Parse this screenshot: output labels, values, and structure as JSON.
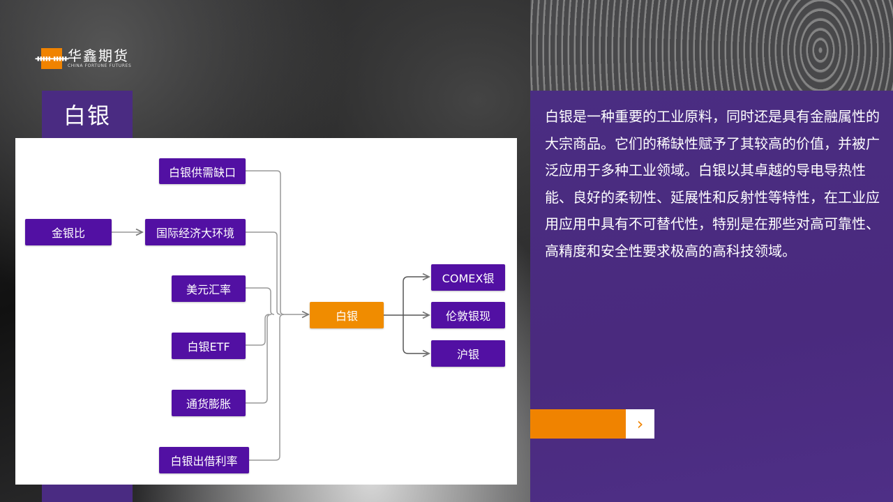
{
  "brand": {
    "logo_mark": "ᚔᚔ",
    "name_cn": "华鑫期货",
    "name_en": "CHINA FORTUNE FUTURES",
    "colors": {
      "purple": "#4a2b82",
      "node_purple": "#5210a3",
      "orange": "#f08300"
    }
  },
  "page_title": "白银",
  "diagram": {
    "center": "白银",
    "inputs": {
      "supply_gap": "白银供需缺口",
      "gold_silver_ratio": "金银比",
      "macro_env": "国际经济大环境",
      "usd_fx": "美元汇率",
      "silver_etf": "白银ETF",
      "inflation": "通货膨胀",
      "lease_rate": "白银出借利率"
    },
    "outputs": [
      "COMEX银",
      "伦敦银现",
      "沪银"
    ]
  },
  "description": "白银是一种重要的工业原料，同时还是具有金融属性的大宗商品。它们的稀缺性赋予了其较高的价值，并被广泛应用于多种工业领域。白银以其卓越的导电导热性能、良好的柔韧性、延展性和反射性等特性，在工业应用应用中具有不可替代性，特别是在那些对高可靠性、高精度和安全性要求极高的高科技领域。",
  "nav": {
    "next_icon": "›"
  }
}
